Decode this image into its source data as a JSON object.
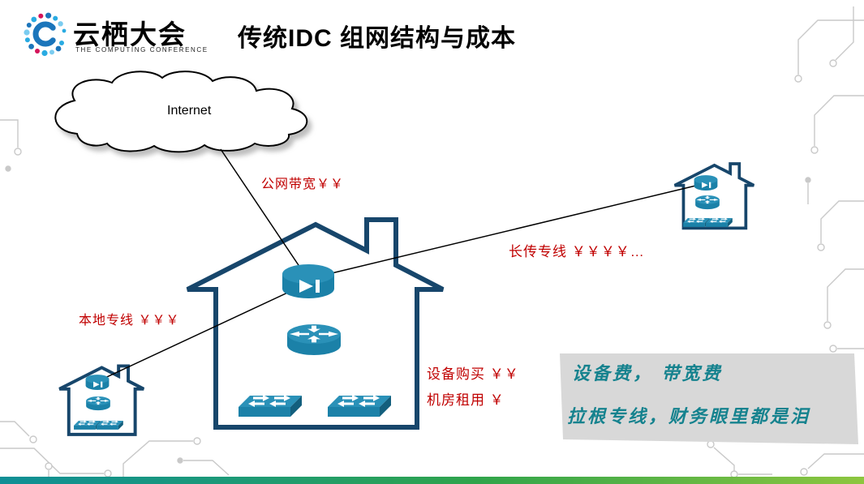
{
  "slide": {
    "logo": {
      "name": "云栖大会",
      "subtitle": "THE COMPUTING CONFERENCE"
    },
    "title": "传统IDC 组网结构与成本"
  },
  "diagram": {
    "internet": "Internet",
    "cost_labels": {
      "public_bandwidth": "公网带宽￥￥",
      "long_haul_line": "长传专线 ￥￥￥￥…",
      "local_line": "本地专线 ￥￥￥",
      "equipment_purchase": "设备购买 ￥￥",
      "room_rental": "机房租用 ￥"
    },
    "buildings": [
      "central-idc",
      "branch-left",
      "branch-right"
    ],
    "devices": [
      "wan-router",
      "core-router",
      "switch",
      "switch"
    ]
  },
  "note": {
    "line1": "设备费，  带宽费",
    "line2": "拉根专线，财务眼里都是泪"
  },
  "colors": {
    "cost_red": "#c00000",
    "building_navy": "#17466b",
    "device_teal": "#1b81a8",
    "note_teal": "#15828e",
    "note_bg": "#d8d8d8",
    "decoration_gray": "#c9c9c9"
  }
}
